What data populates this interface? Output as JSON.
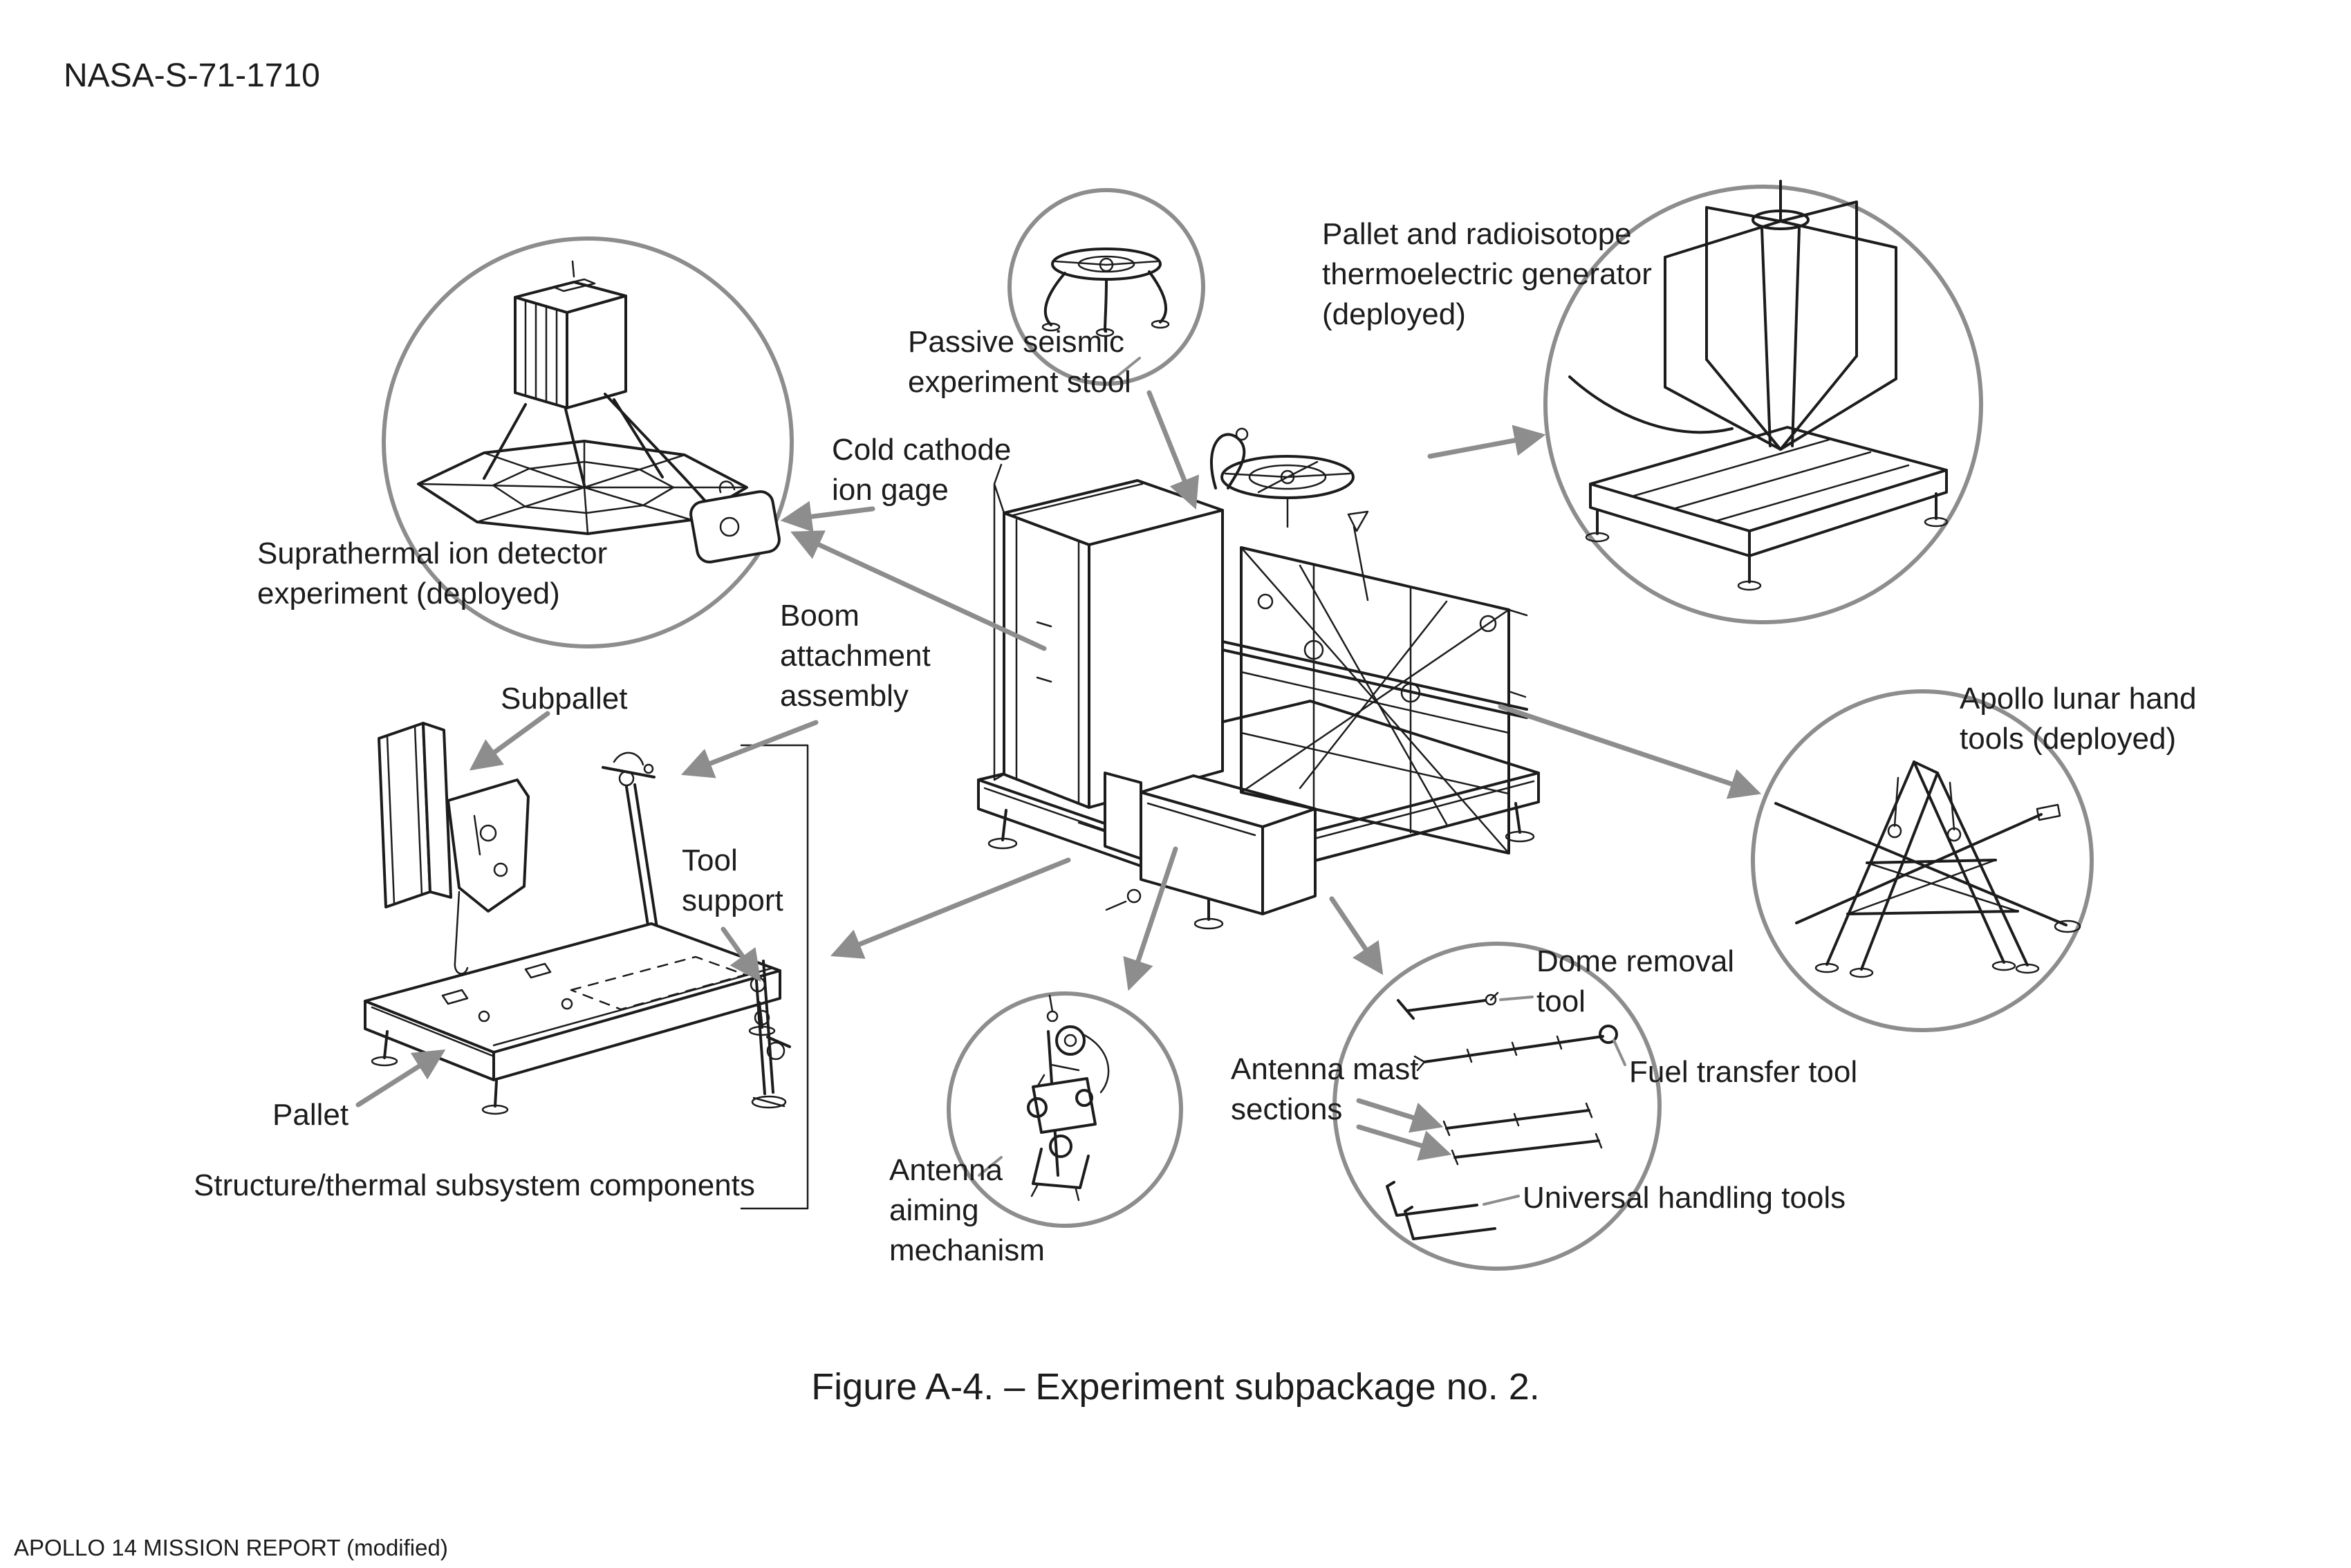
{
  "doc": {
    "id": "NASA-S-71-1710",
    "caption": "Figure A-4. – Experiment subpackage no. 2.",
    "footer": "APOLLO 14 MISSION REPORT (modified)"
  },
  "labels": {
    "passive_seismic": "Passive seismic\nexperiment stool",
    "rtg": "Pallet and radioisotope\nthermoelectric generator\n(deployed)",
    "cold_cathode": "Cold cathode\nion gage",
    "suprathermal": "Suprathermal ion detector\nexperiment (deployed)",
    "boom": "Boom\nattachment\nassembly",
    "subpallet": "Subpallet",
    "tool_support": "Tool\nsupport",
    "hand_tools": "Apollo lunar hand\ntools (deployed)",
    "pallet": "Pallet",
    "structure_thermal": "Structure/thermal subsystem components",
    "antenna_aiming": "Antenna\naiming\nmechanism",
    "dome_removal": "Dome removal\ntool",
    "antenna_mast": "Antenna mast\nsections",
    "fuel_transfer": "Fuel transfer tool",
    "universal_handling": "Universal handling tools"
  },
  "colors": {
    "ink": "#1c1c1c",
    "callout": "#8d8d8d",
    "background": "#ffffff"
  }
}
